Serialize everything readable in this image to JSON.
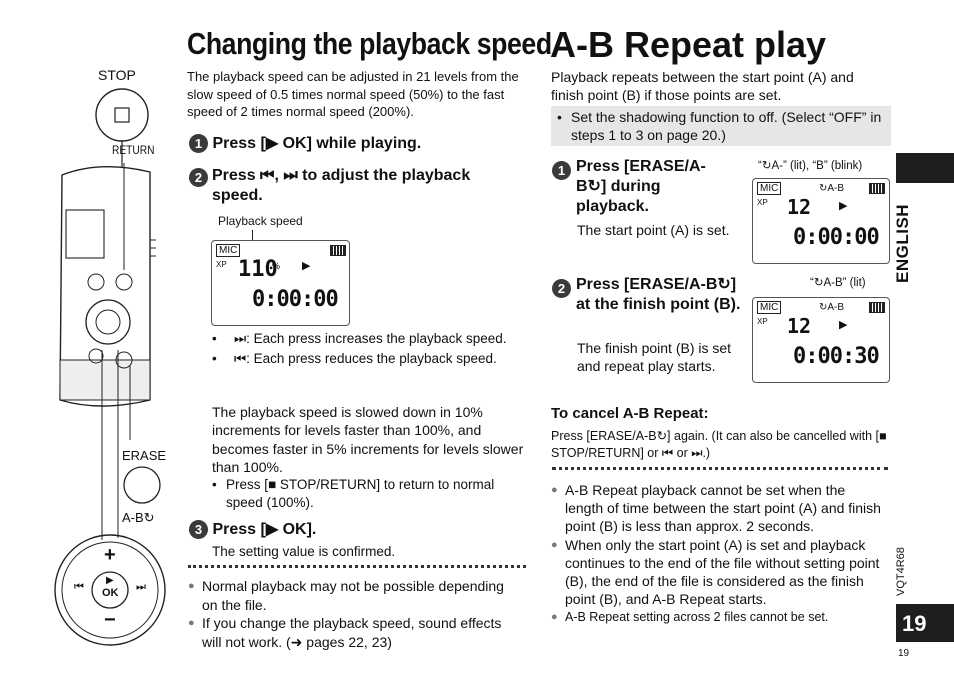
{
  "left": {
    "title": "Changing the playback speed",
    "intro": "The playback speed can be adjusted in 21 levels from the slow speed of 0.5 times normal speed (50%) to the fast speed of 2 times normal speed (200%).",
    "step1": {
      "num": "1",
      "text": "Press [▶ OK] while playing."
    },
    "step2": {
      "num": "2",
      "text": "Press ⏮, ⏭ to adjust the playback speed."
    },
    "lcd_caption": "Playback speed",
    "lcd": {
      "mic": "MIC",
      "xp": "XP",
      "value": "110",
      "unit": "%",
      "play": "▶",
      "time": "0:00:00"
    },
    "bullets_a": [
      "⏭: Each press increases the playback speed.",
      "⏮: Each press reduces the playback speed."
    ],
    "para": "The playback speed is slowed down in 10% increments for levels faster than 100%, and becomes faster in 5% increments for levels slower than 100%.",
    "bullet_b": "Press [■ STOP/RETURN] to return to normal speed (100%).",
    "step3": {
      "num": "3",
      "text": "Press [▶ OK].",
      "sub": "The setting value is confirmed."
    },
    "notes": [
      "Normal playback may not be possible depending on the file.",
      "If you change the playback speed, sound effects will not work. (➜ pages 22, 23)"
    ]
  },
  "device": {
    "stop": "STOP",
    "return": "RETURN",
    "erase": "ERASE",
    "ab": "A-B↻",
    "ok": "OK",
    "plus": "+",
    "minus": "−"
  },
  "right": {
    "title": "A-B Repeat play",
    "intro": "Playback repeats between the start point (A) and finish point (B) if those points are set.",
    "gray_note": "Set the shadowing function to off. (Select “OFF” in steps 1 to 3 on page 20.)",
    "step1": {
      "num": "1",
      "text": "Press [ERASE/A-B↻] during playback.",
      "sub": "The start point (A) is set.",
      "caption": "“↻A-” (lit), “B” (blink)",
      "time": "0:00:00",
      "track": "12",
      "ab": "↻A-B"
    },
    "step2": {
      "num": "2",
      "text": "Press [ERASE/A-B↻] at the finish point (B).",
      "sub": "The finish point (B) is set and repeat play starts.",
      "caption": "“↻A-B” (lit)",
      "time": "0:00:30",
      "track": "12",
      "ab": "↻A-B"
    },
    "cancel_heading": "To cancel A-B Repeat:",
    "cancel_text": "Press [ERASE/A-B↻] again. (It can also be cancelled with [■ STOP/RETURN] or ⏮ or ⏭.)",
    "notes": [
      "A-B Repeat playback cannot be set when the length of time between the start point (A) and finish point (B) is less than approx. 2 seconds.",
      "When only the start point (A) is set and playback continues to the end of the file without setting point (B), the end of the file is considered as the finish point (B), and A-B Repeat starts.",
      "A-B Repeat setting across 2 files cannot be set."
    ]
  },
  "side": {
    "lang": "ENGLISH",
    "code": "VQT4R68",
    "page": "19",
    "page_small": "19"
  }
}
